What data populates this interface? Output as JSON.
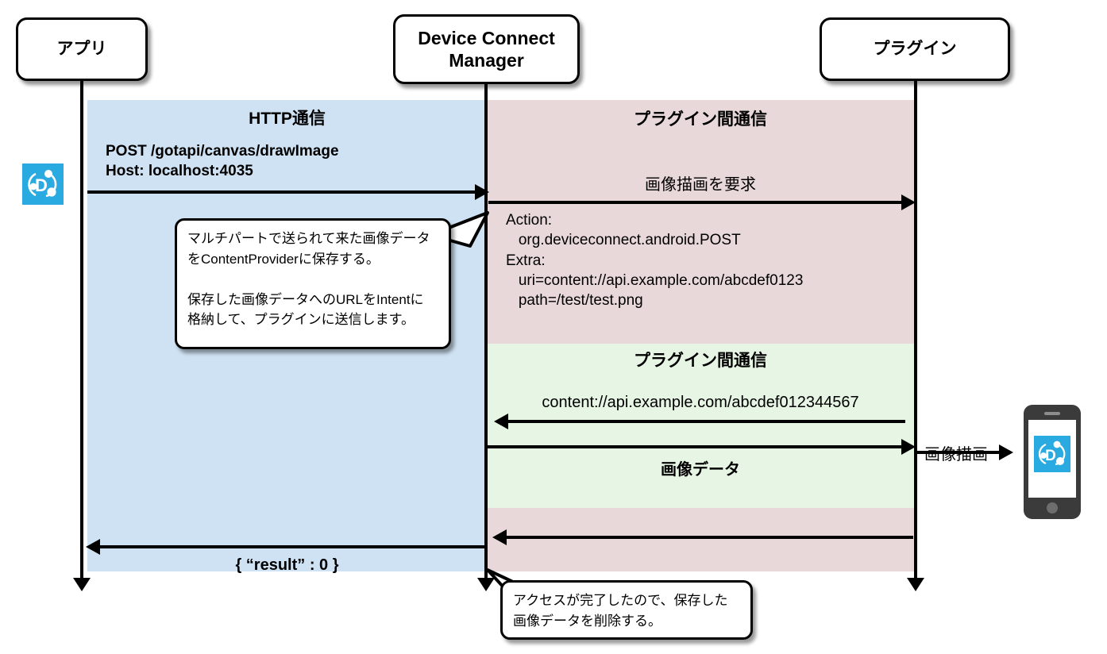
{
  "diagram": {
    "title": "Device Connect canvas drawImage sequence",
    "actors": [
      {
        "id": "app",
        "label": "アプリ"
      },
      {
        "id": "manager",
        "label": "Device Connect\nManager"
      },
      {
        "id": "plugin",
        "label": "プラグイン"
      }
    ],
    "bands": [
      {
        "id": "http",
        "title": "HTTP通信",
        "color": "#cfe2f3"
      },
      {
        "id": "ipc1",
        "title": "プラグイン間通信",
        "color": "#e8d8d9"
      },
      {
        "id": "ipc2",
        "title": "プラグイン間通信",
        "color": "#e7f6e4"
      },
      {
        "id": "ipc3",
        "title": "",
        "color": "#e8d8d9"
      }
    ],
    "messages": [
      {
        "id": "http-request",
        "from": "app",
        "to": "manager",
        "direction": "right",
        "text": "POST /gotapi/canvas/drawImage\nHost: localhost:4035"
      },
      {
        "id": "request-draw",
        "from": "manager",
        "to": "plugin",
        "direction": "right",
        "label": "画像描画を要求",
        "detail": "Action:\n   org.deviceconnect.android.POST\nExtra:\n   uri=content://api.example.com/abcdef0123\n   path=/test/test.png"
      },
      {
        "id": "content-uri",
        "from": "plugin",
        "to": "manager",
        "direction": "left",
        "label": "content://api.example.com/abcdef012344567"
      },
      {
        "id": "image-data",
        "from": "manager",
        "to": "plugin",
        "direction": "right",
        "label": "画像データ"
      },
      {
        "id": "draw-image",
        "from": "plugin",
        "to": "device",
        "direction": "right",
        "label": "画像描画"
      },
      {
        "id": "ack",
        "from": "plugin",
        "to": "manager",
        "direction": "left",
        "label": ""
      },
      {
        "id": "result",
        "from": "manager",
        "to": "app",
        "direction": "left",
        "label": "{ “result” : 0 }"
      }
    ],
    "notes": [
      {
        "id": "note-save",
        "text": "マルチパートで送られて来た画像データ\nをContentProviderに保存する。\n\n保存した画像データへのURLをIntentに\n格納して、プラグインに送信します。"
      },
      {
        "id": "note-delete",
        "text": "アクセスが完了したので、保存した\n画像データを削除する。"
      }
    ],
    "icons": {
      "app_icon": "device-connect-logo",
      "device": "smartphone",
      "device_screen_icon": "device-connect-logo"
    },
    "colors": {
      "http_band": "#cfe2f3",
      "ipc_band_pink": "#e8d8d9",
      "ipc_band_green": "#e7f6e4",
      "logo_blue": "#29abe2",
      "line": "#000000"
    }
  }
}
